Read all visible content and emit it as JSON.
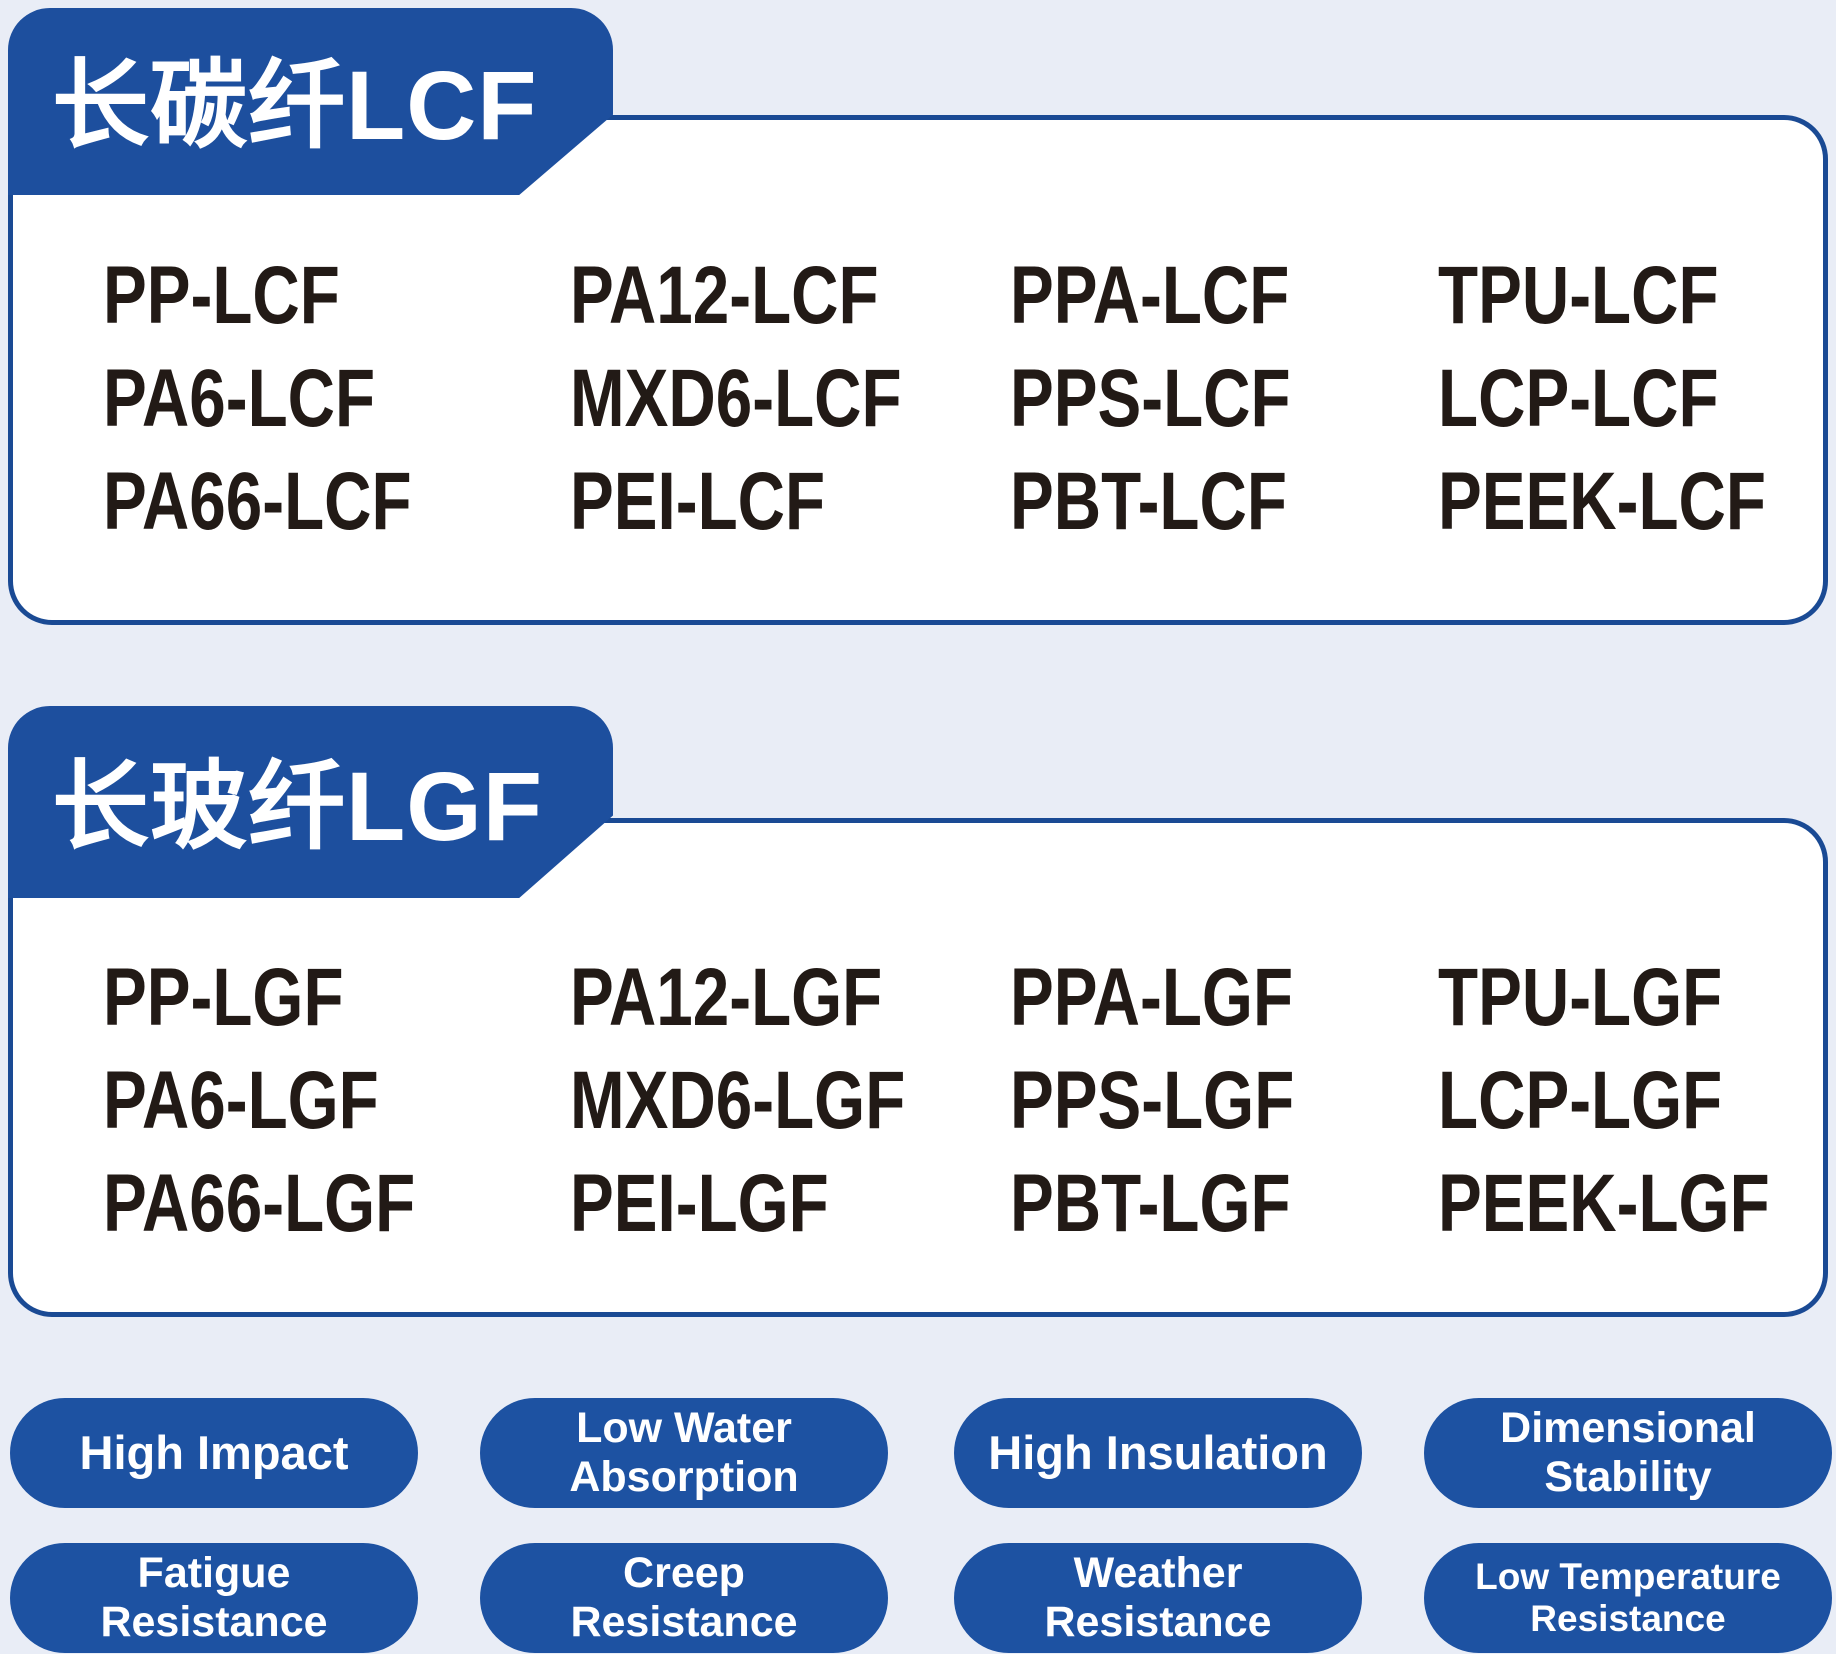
{
  "colors": {
    "background": "#e9edf6",
    "primary_blue": "#1d4f9e",
    "card_border_blue": "#1a4a94",
    "badge_blue": "#1d52a2",
    "material_text": "#221a16",
    "header_text": "#ffffff"
  },
  "sections": [
    {
      "title": "长碳纤LCF",
      "items": [
        "PP-LCF",
        "PA12-LCF",
        "PPA-LCF",
        "TPU-LCF",
        "PA6-LCF",
        "MXD6-LCF",
        "PPS-LCF",
        "LCP-LCF",
        "PA66-LCF",
        "PEI-LCF",
        "PBT-LCF",
        "PEEK-LCF"
      ]
    },
    {
      "title": "长玻纤LGF",
      "items": [
        "PP-LGF",
        "PA12-LGF",
        "PPA-LGF",
        "TPU-LGF",
        "PA6-LGF",
        "MXD6-LGF",
        "PPS-LGF",
        "LCP-LGF",
        "PA66-LGF",
        "PEI-LGF",
        "PBT-LGF",
        "PEEK-LGF"
      ]
    }
  ],
  "badges": [
    {
      "lines": [
        "High Impact"
      ]
    },
    {
      "lines": [
        "Low Water",
        "Absorption"
      ]
    },
    {
      "lines": [
        "High Insulation"
      ]
    },
    {
      "lines": [
        "Dimensional",
        "Stability"
      ]
    },
    {
      "lines": [
        "Fatigue",
        "Resistance"
      ]
    },
    {
      "lines": [
        "Creep",
        "Resistance"
      ]
    },
    {
      "lines": [
        "Weather",
        "Resistance"
      ]
    },
    {
      "lines": [
        "Low Temperature",
        "Resistance"
      ]
    }
  ]
}
